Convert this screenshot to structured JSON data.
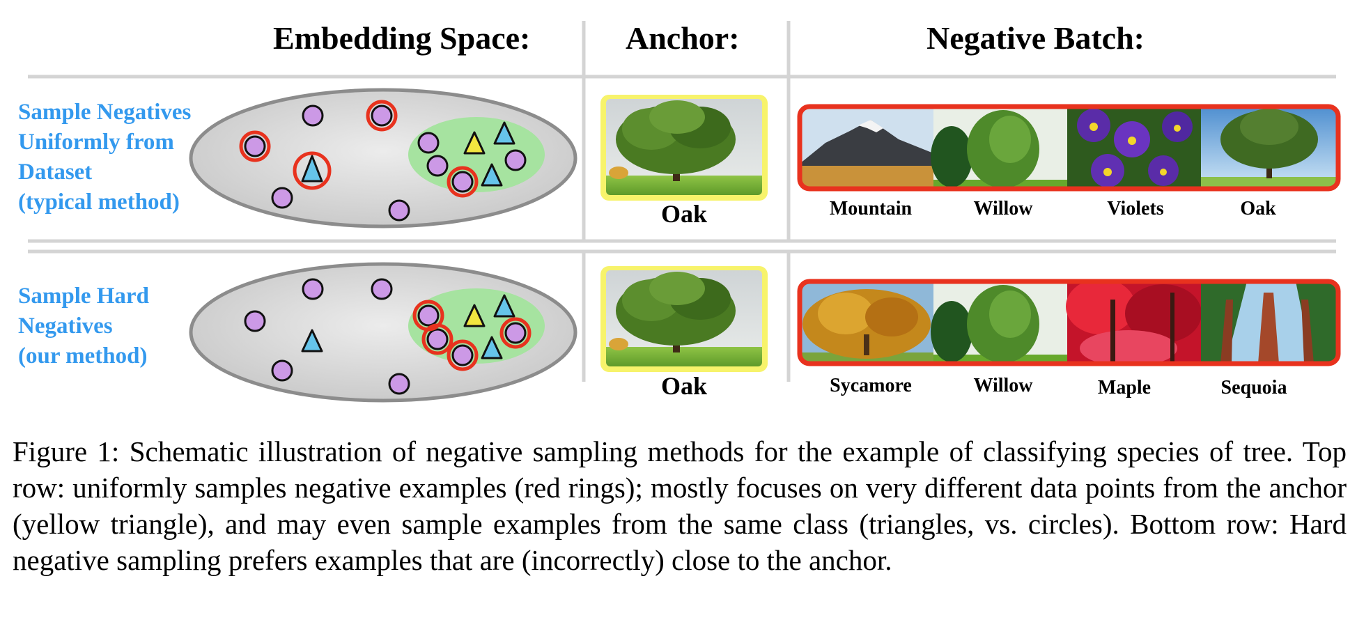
{
  "headers": {
    "embedding_space": "Embedding Space:",
    "anchor": "Anchor:",
    "negative_batch": "Negative Batch:"
  },
  "rows": [
    {
      "label_lines": [
        "Sample Negatives",
        "Uniformly from",
        "Dataset",
        "(typical method)"
      ],
      "anchor_label": "Oak",
      "negatives": [
        {
          "label": "Mountain",
          "image": "mountain-photo"
        },
        {
          "label": "Willow",
          "image": "willow-tree-photo"
        },
        {
          "label": "Violets",
          "image": "violet-flowers-photo"
        },
        {
          "label": "Oak",
          "image": "oak-tree-photo"
        }
      ]
    },
    {
      "label_lines": [
        "Sample Hard",
        "Negatives",
        "(our method)"
      ],
      "anchor_label": "Oak",
      "negatives": [
        {
          "label": "Sycamore",
          "image": "sycamore-tree-photo"
        },
        {
          "label": "Willow",
          "image": "willow-tree-photo"
        },
        {
          "label": "Maple",
          "image": "red-maple-photo"
        },
        {
          "label": "Sequoia",
          "image": "sequoia-forest-photo"
        }
      ]
    }
  ],
  "colors": {
    "row_label": "#3399ee",
    "circle_fill": "#cc99e6",
    "triangle_fill": "#66c4ea",
    "anchor_triangle_fill": "#f2e640",
    "negative_ring": "#e8321e",
    "anchor_frame": "#f7f36b",
    "cluster": "#a6e3a0",
    "ellipse": "#d8d8d8"
  },
  "caption": "Figure 1: Schematic illustration of negative sampling methods for the example of classifying species of tree. Top row: uniformly samples negative examples (red rings); mostly focuses on very different data points from the anchor (yellow triangle), and may even sample examples from the same class (triangles, vs. circles). Bottom row: Hard negative sampling prefers examples that are (incorrectly) close to the anchor."
}
